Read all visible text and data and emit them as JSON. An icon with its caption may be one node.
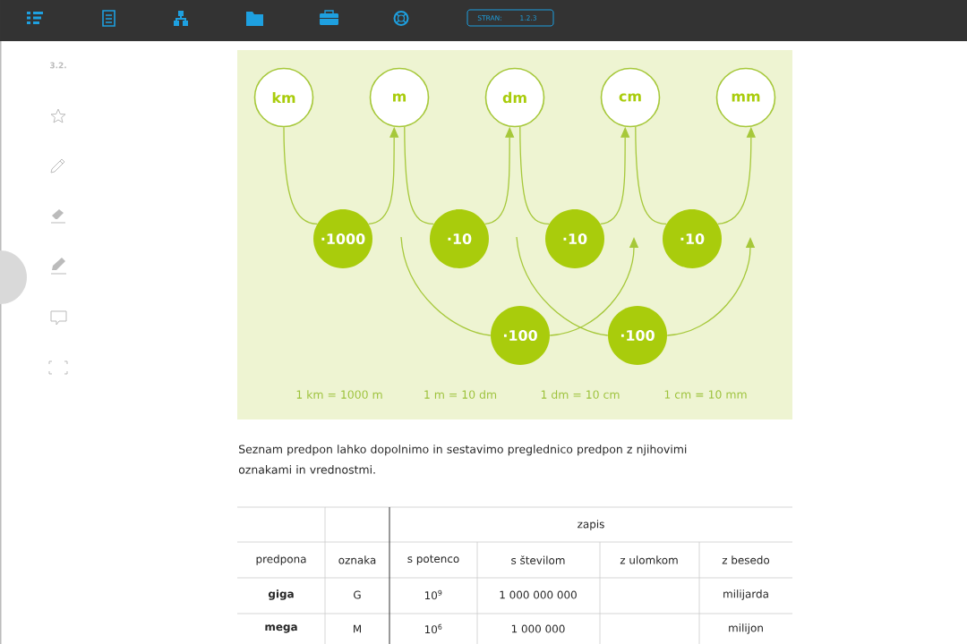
{
  "diagram": {
    "nodes": [
      {
        "text": [
          "km"
        ]
      },
      {
        "text": [
          "m"
        ]
      },
      {
        "text": [
          "dm"
        ]
      },
      {
        "text": [
          "cm"
        ]
      },
      {
        "text": [
          "mm"
        ]
      },
      {
        "text": [
          "·1000"
        ]
      },
      {
        "text": [
          "·10"
        ]
      },
      {
        "text": [
          "·10"
        ]
      },
      {
        "text": [
          "·10"
        ]
      },
      {
        "text": [
          "·100"
        ]
      },
      {
        "text": [
          "·100"
        ]
      }
    ],
    "edges": [
      {
        "from": 0,
        "to": 5,
        "arrow": "none"
      },
      {
        "from": 5,
        "to": 1,
        "arrow": "to"
      },
      {
        "from": 1,
        "to": 6,
        "arrow": "none"
      },
      {
        "from": 6,
        "to": 2,
        "arrow": "to"
      },
      {
        "from": 2,
        "to": 7,
        "arrow": "none"
      },
      {
        "from": 7,
        "to": 3,
        "arrow": "to"
      },
      {
        "from": 3,
        "to": 8,
        "arrow": "none"
      },
      {
        "from": 8,
        "to": 4,
        "arrow": "to"
      },
      {
        "from": null,
        "to": 9,
        "arrow": "none"
      },
      {
        "from": 9,
        "to": null,
        "arrow": "to"
      },
      {
        "from": null,
        "to": 10,
        "arrow": "none"
      },
      {
        "from": 10,
        "to": null,
        "arrow": "to"
      }
    ],
    "labels": [
      "3.2.",
      "STRAN:",
      "1.2.3",
      "1 km = 1000 m",
      "1 m = 10 dm",
      "1 dm = 10 cm",
      "1 cm = 10 mm",
      "Seznam predpon lahko dopolnimo in sestavimo preglednico predpon z njihovimi oznakami in vrednostmi.",
      "zapis",
      "predpona",
      "oznaka",
      "s potenco",
      "s številom",
      "z ulomkom",
      "z besedo",
      "giga",
      "G",
      "10$^{9}$",
      "1 000 000 000",
      "milijarda",
      "mega",
      "M",
      "10$^{6}$",
      "1 000 000",
      "milijon"
    ]
  }
}
